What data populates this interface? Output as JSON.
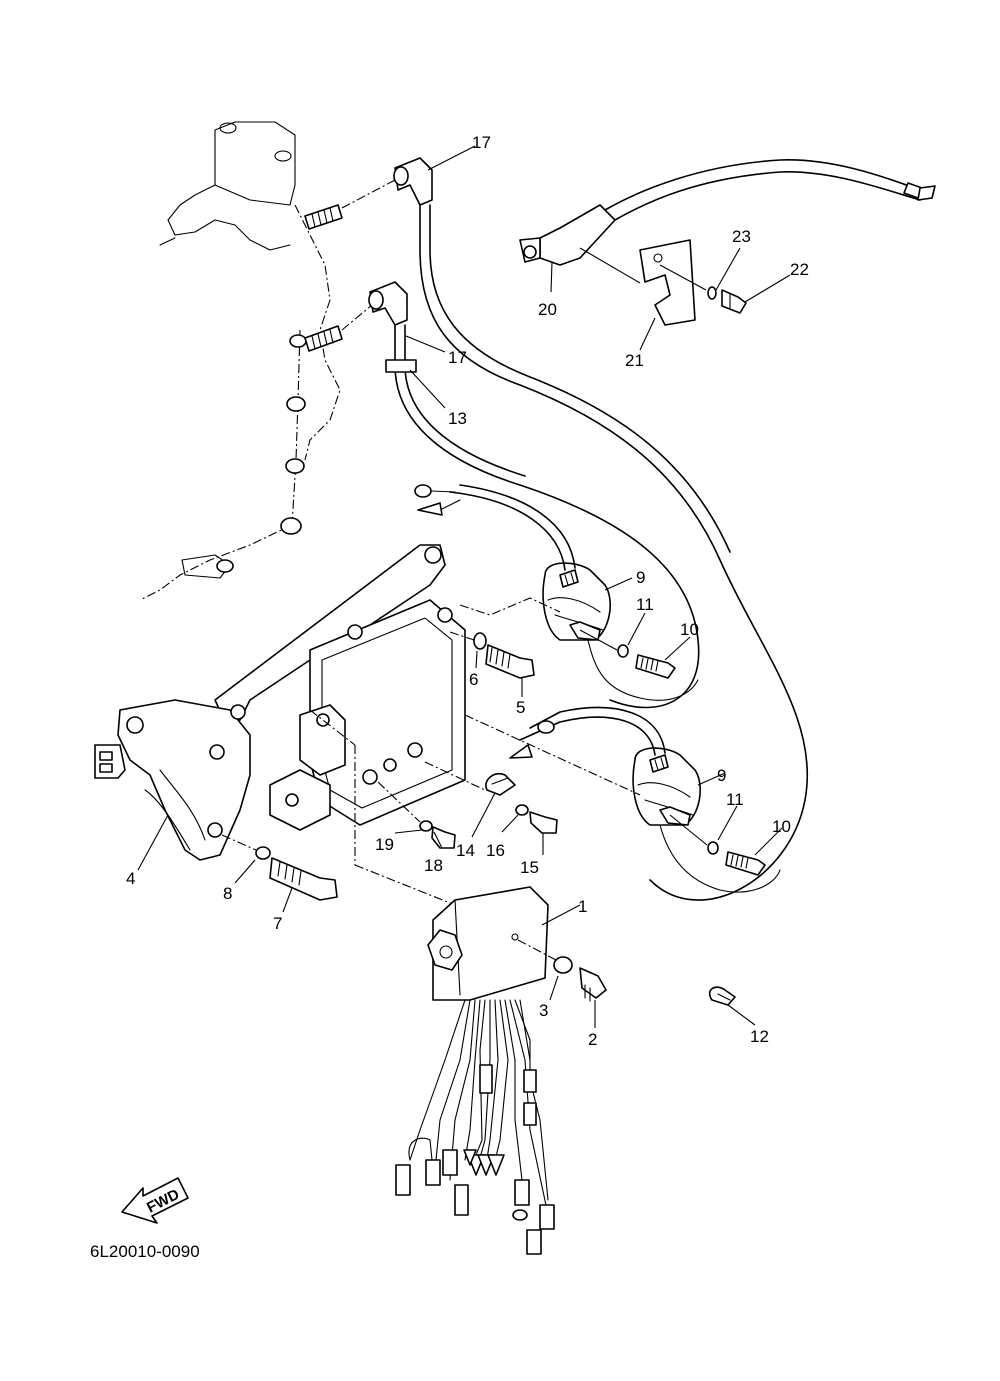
{
  "diagram_code": "6L20010-0090",
  "fwd_label": "FWD",
  "callouts": [
    {
      "id": "c1",
      "label": "1"
    },
    {
      "id": "c2",
      "label": "2"
    },
    {
      "id": "c3",
      "label": "3"
    },
    {
      "id": "c4",
      "label": "4"
    },
    {
      "id": "c5",
      "label": "5"
    },
    {
      "id": "c6",
      "label": "6"
    },
    {
      "id": "c7",
      "label": "7"
    },
    {
      "id": "c8",
      "label": "8"
    },
    {
      "id": "c9a",
      "label": "9"
    },
    {
      "id": "c9b",
      "label": "9"
    },
    {
      "id": "c10a",
      "label": "10"
    },
    {
      "id": "c10b",
      "label": "10"
    },
    {
      "id": "c11a",
      "label": "11"
    },
    {
      "id": "c11b",
      "label": "11"
    },
    {
      "id": "c12",
      "label": "12"
    },
    {
      "id": "c13",
      "label": "13"
    },
    {
      "id": "c14",
      "label": "14"
    },
    {
      "id": "c15",
      "label": "15"
    },
    {
      "id": "c16",
      "label": "16"
    },
    {
      "id": "c17a",
      "label": "17"
    },
    {
      "id": "c17b",
      "label": "17"
    },
    {
      "id": "c18",
      "label": "18"
    },
    {
      "id": "c19",
      "label": "19"
    },
    {
      "id": "c20",
      "label": "20"
    },
    {
      "id": "c21",
      "label": "21"
    },
    {
      "id": "c22",
      "label": "22"
    },
    {
      "id": "c23",
      "label": "23"
    }
  ]
}
